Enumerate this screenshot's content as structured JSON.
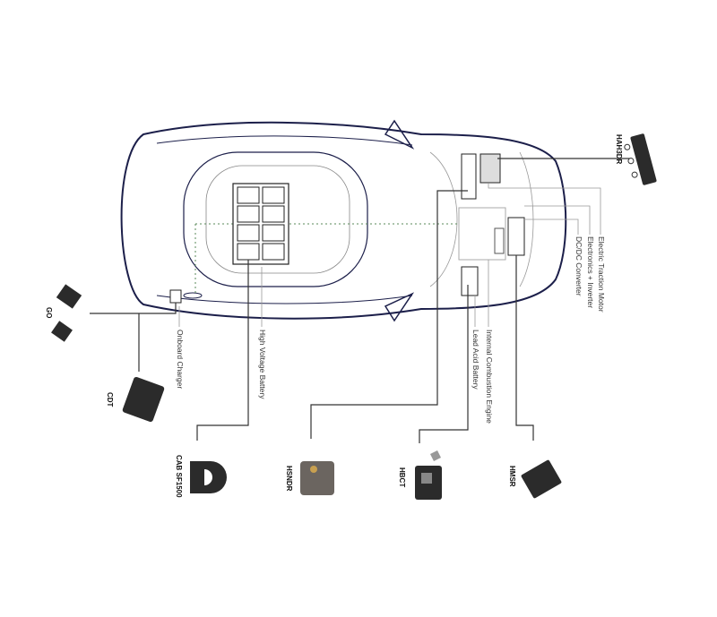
{
  "system_labels": {
    "electric_traction_motor": "Electric Traction Motor",
    "electronics_inverter": "Electronics + Inverter",
    "dcdc_converter": "DC/DC Converter",
    "internal_combustion_engine": "Internal Combustion Engine",
    "lead_acid_battery": "Lead Acid Battery",
    "high_voltage_battery": "High Voltage Battery",
    "onboard_charger": "Onboard Charger"
  },
  "products": {
    "hah3dr": "HAH3DR",
    "go": "GO",
    "cdt": "CDT",
    "cab": "CAB SF1500",
    "hsndr": "HSNDR",
    "hbct": "HBCT",
    "hmsr": "HMSR"
  },
  "colors": {
    "car_outline": "#1c1f4a",
    "leader_line": "#333333",
    "thin_line": "#999999",
    "component": "#2a2a2a"
  }
}
